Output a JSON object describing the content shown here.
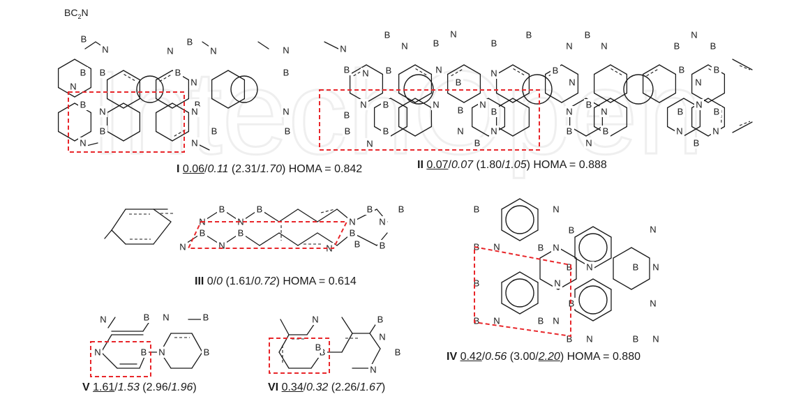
{
  "formula": {
    "base": "BC",
    "sub": "2",
    "tail": "N"
  },
  "watermark": "IntechOpen",
  "structures": [
    {
      "id": "I",
      "numeral": "I",
      "v1": "0.06",
      "sep": "/",
      "v2": "0.11",
      "p_open": " (",
      "v3": "2.31",
      "sep2": "/",
      "v4": "1.70",
      "p_close": ")",
      "homa_label": " HOMA = ",
      "homa": "0.842"
    },
    {
      "id": "II",
      "numeral": "II",
      "v1": "0.07",
      "sep": "/",
      "v2": "0.07",
      "p_open": " (",
      "v3": "1.80",
      "sep2": "/",
      "v4": "1.05",
      "p_close": ")",
      "homa_label": " HOMA = ",
      "homa": "0.888"
    },
    {
      "id": "III",
      "numeral": "III",
      "v1": "0",
      "sep": "/",
      "v2": "0",
      "p_open": " (",
      "v3": "1.61",
      "sep2": "/",
      "v4": "0.72",
      "p_close": ")",
      "homa_label": " HOMA = ",
      "homa": "0.614"
    },
    {
      "id": "IV",
      "numeral": "IV",
      "v1": "0.42",
      "sep": "/",
      "v2": "0.56",
      "p_open": " (",
      "v3": "3.00",
      "sep2": "/",
      "v4": "2.20",
      "p_close": ")",
      "homa_label": " HOMA = ",
      "homa": "0.880"
    },
    {
      "id": "V",
      "numeral": "V",
      "v1": "1.61",
      "sep": "/",
      "v2": "1.53",
      "p_open": " (",
      "v3": "2.96",
      "sep2": "/",
      "v4": "1.96",
      "p_close": ")",
      "homa_label": "",
      "homa": ""
    },
    {
      "id": "VI",
      "numeral": "VI",
      "v1": "0.34",
      "sep": "/",
      "v2": "0.32",
      "p_open": " (",
      "v3": "2.26",
      "sep2": "/",
      "v4": "1.67",
      "p_close": ")",
      "homa_label": "",
      "homa": ""
    }
  ],
  "atom_labels": {
    "boron": "B",
    "nitrogen": "N"
  },
  "colors": {
    "highlight_box": "#e8262a",
    "bond": "#1a1a1a"
  }
}
